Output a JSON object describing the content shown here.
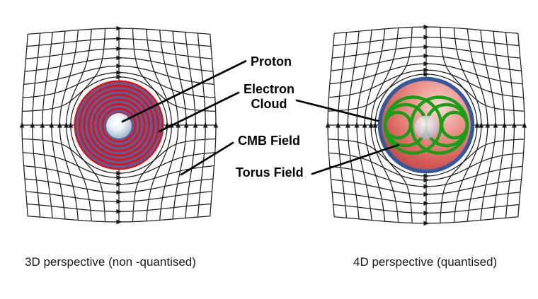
{
  "annotations": {
    "proton": "Proton",
    "electron_cloud": "Electron\nCloud",
    "cmb_field": "CMB Field",
    "torus_field": "Torus Field"
  },
  "captions": {
    "left": "3D perspective (non -quantised)",
    "right": "4D perspective (quantised)"
  },
  "colors": {
    "background": "#ffffff",
    "grid_line": "#1b1b1b",
    "pointer_line": "#000000",
    "label_text": "#000000",
    "electron_disk_red": "#ee0d0d",
    "electron_ring_blue": "#4f63a2",
    "proton_sphere_stops": [
      "#ffffff",
      "#e9f0f7",
      "#b0c1d3",
      "#8095ab"
    ],
    "quantised_sphere_stops": [
      "#f9dcd8",
      "#ef9e97",
      "#d95f5b",
      "#b43c39"
    ],
    "core_sphere_stops": [
      "#ffffff",
      "#ded9e8",
      "#b3abc4",
      "#948ba5"
    ],
    "electron_shell_blue": "#33599c",
    "torus_green": "#16a016"
  }
}
